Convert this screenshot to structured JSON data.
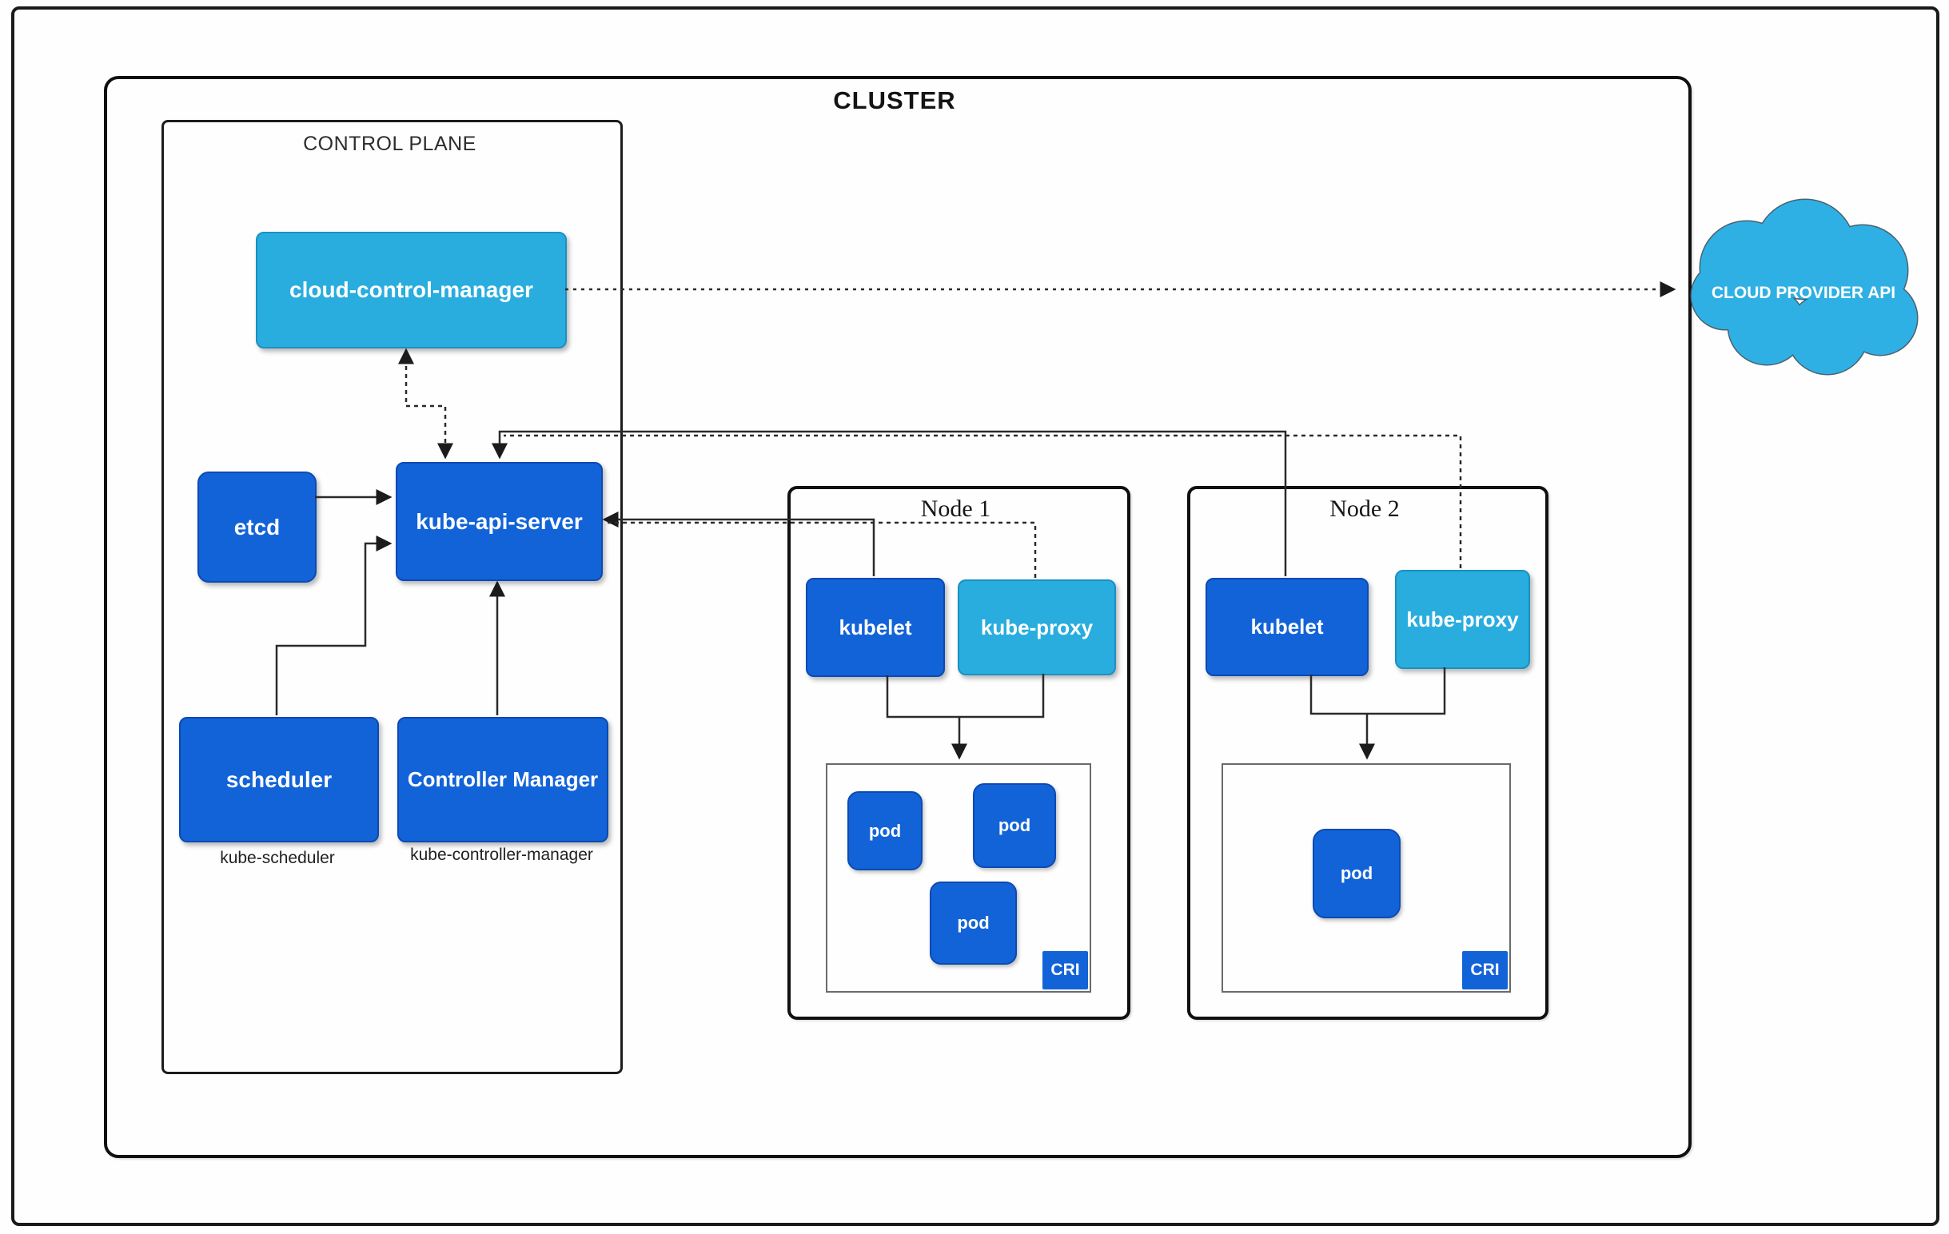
{
  "diagram": {
    "cluster_title": "CLUSTER",
    "control_plane": {
      "title": "CONTROL PLANE",
      "cloud_control_manager": {
        "label": "cloud-control-manager"
      },
      "etcd": {
        "label": "etcd"
      },
      "kube_api_server": {
        "label": "kube-api-server"
      },
      "scheduler": {
        "label": "scheduler",
        "sublabel": "kube-scheduler"
      },
      "controller_manager": {
        "label": "Controller Manager",
        "sublabel": "kube-controller-manager"
      }
    },
    "nodes": [
      {
        "title": "Node 1",
        "kubelet": "kubelet",
        "kube_proxy": "kube-proxy",
        "cri": "CRI",
        "pods": [
          "pod",
          "pod",
          "pod"
        ]
      },
      {
        "title": "Node 2",
        "kubelet": "kubelet",
        "kube_proxy": "kube-proxy",
        "cri": "CRI",
        "pods": [
          "pod"
        ]
      }
    ],
    "cloud_provider_api": "CLOUD PROVIDER API",
    "colors": {
      "dark_blue": "#1263d8",
      "light_blue": "#29addf",
      "line": "#2b2b2b"
    }
  }
}
